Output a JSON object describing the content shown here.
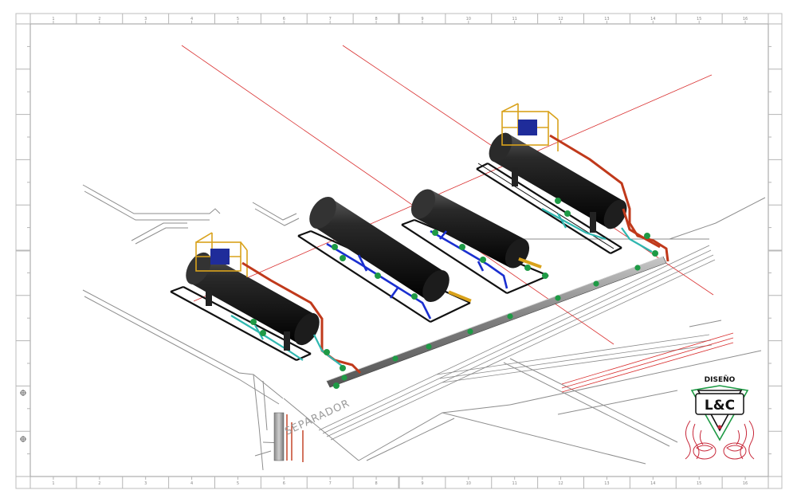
{
  "drawing": {
    "area_label": "SEPARADOR",
    "col_numbers": [
      "1",
      "2",
      "3",
      "4",
      "5",
      "6",
      "7",
      "8",
      "9",
      "10",
      "11",
      "12",
      "13",
      "14",
      "15",
      "16"
    ]
  },
  "logo": {
    "top_text": "DISEÑO",
    "mark": "L&C"
  },
  "colors": {
    "vessel": "#1c1c1c",
    "skid": "#111111",
    "structure": "#d9a21b",
    "hot_pipe": "#c0391b",
    "process_pipe": "#1a2fd0",
    "aux_pipe": "#2fb7b0",
    "valve": "#1e9a45",
    "reference_line": "#d93030",
    "header_pipe": "#8a8a8a",
    "logo_red": "#c8283a"
  }
}
